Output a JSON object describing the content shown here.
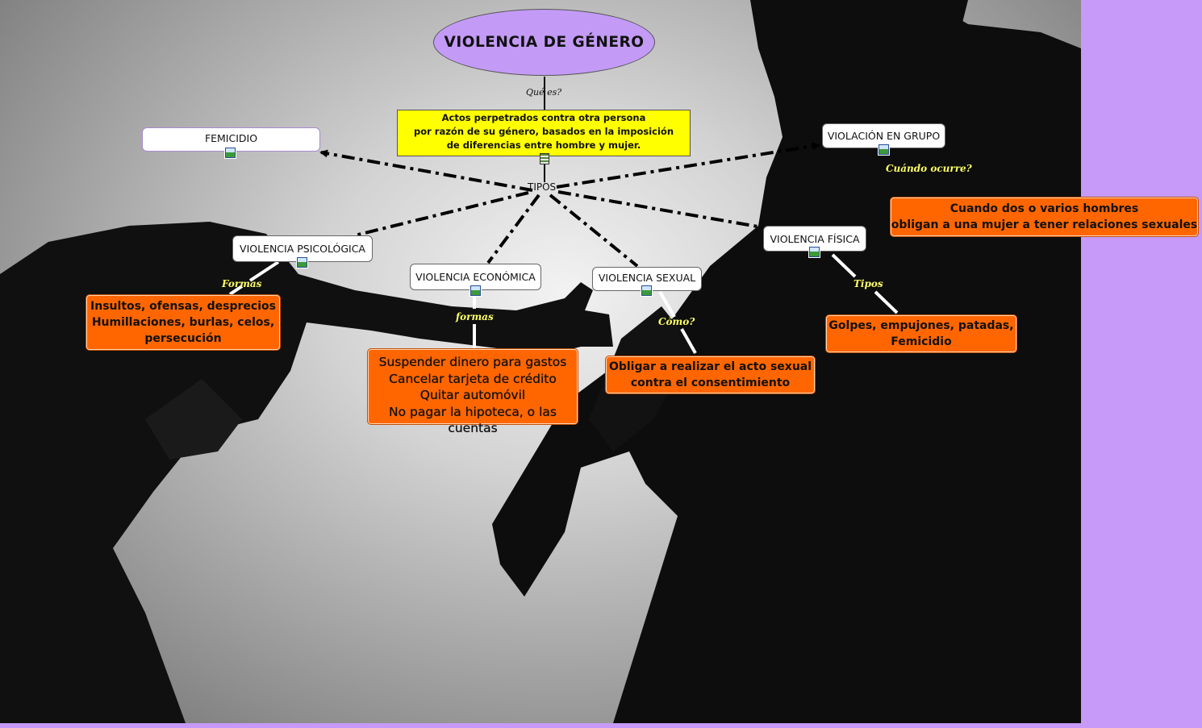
{
  "title": "VIOLENCIA DE GÉNERO",
  "que_es_label": "Qué es?",
  "definition": "Actos perpetrados contra otra persona\npor razón de su género, basados en la imposición\nde diferencias entre hombre y mujer.",
  "tipos_label": "TIPOS",
  "nodes": {
    "femicidio": "FEMICIDIO",
    "violacion_grupo": "VIOLACIÓN EN GRUPO",
    "psicologica": "VIOLENCIA PSICOLÓGICA",
    "economica": "VIOLENCIA ECONÓMICA",
    "sexual": "VIOLENCIA SEXUAL",
    "fisica": "VIOLENCIA FÍSICA"
  },
  "link_labels": {
    "cuando": "Cuándo ocurre?",
    "formas_psico": "Formas",
    "formas_eco": "formas",
    "como": "Cómo?",
    "tipos_fisica": "Tipos"
  },
  "details": {
    "grupo": "Cuando dos o varios hombres\nobligan a una mujer a tener relaciones sexuales",
    "psico": "Insultos, ofensas, desprecios\nHumillaciones, burlas, celos,\npersecución",
    "eco": "Suspender dinero para gastos\nCancelar tarjeta de crédito\nQuitar automóvil\nNo pagar la hipoteca, o las cuentas",
    "sexual": "Obligar a realizar el acto sexual\ncontra el consentimiento",
    "fisica": "Golpes, empujones, patadas,\nFemicidio"
  },
  "colors": {
    "background": "#c799f9",
    "title_oval": "#c39bf6",
    "definition_box": "#ffff00",
    "detail_box": "#ff6600",
    "label_yellow": "#ffff66"
  },
  "icons": [
    "image-icon",
    "film-icon"
  ]
}
